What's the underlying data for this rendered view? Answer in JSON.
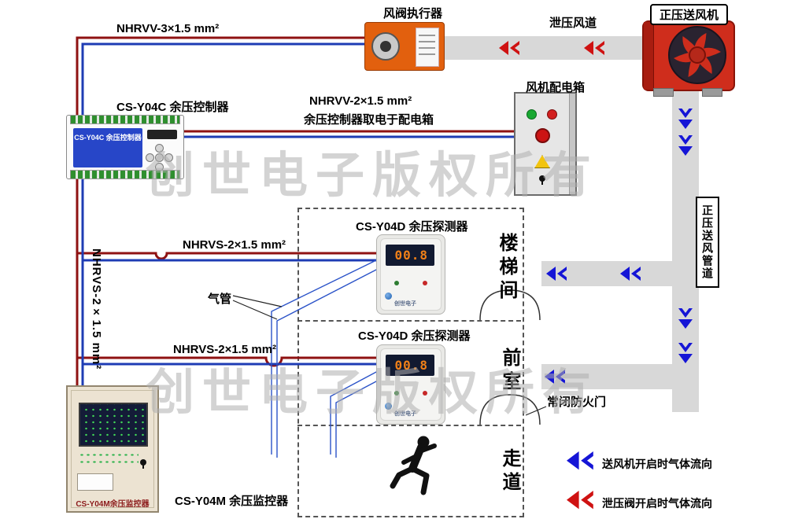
{
  "watermark": {
    "text": "创世电子版权所有"
  },
  "top": {
    "cable_top_label": "NHRVV-3×1.5 mm²",
    "actuator_label": "风阀执行器",
    "relief_duct_label": "泄压风道",
    "supply_fan_label": "正压送风机"
  },
  "left": {
    "controller_label": "CS-Y04C 余压控制器",
    "controller_screen_text": "CS-Y04C 余压控制器",
    "cable_left_label": "NHRVS-2×1.5 mm²",
    "monitor_label": "CS-Y04M 余压监控器",
    "monitor_panel_text": "CS-Y04M余压监控器"
  },
  "middle": {
    "power_cable_label1": "NHRVV-2×1.5 mm²",
    "power_cable_label2": "余压控制器取电于配电箱",
    "fan_box_label": "风机配电箱",
    "cable_detector1_label": "NHRVS-2×1.5 mm²",
    "cable_detector2_label": "NHRVS-2×1.5 mm²",
    "air_tube_label": "气管",
    "detector1_label": "CS-Y04D 余压探测器",
    "detector2_label": "CS-Y04D 余压探测器",
    "detector1_value": "00.8",
    "detector2_value": "00.8",
    "detector_brand": "创世电子",
    "fire_door_label": "常闭防火门"
  },
  "rooms": {
    "room1": "楼梯间",
    "room2": "前室",
    "room3": "走道"
  },
  "right": {
    "supply_duct_label": "正压送风管道"
  },
  "legend": {
    "supply_text": "送风机开启时气体流向",
    "relief_text": "泄压阀开启时气体流向"
  },
  "colors": {
    "wire_red": "#8f1212",
    "wire_blue": "#1e3cb4",
    "tube_blue": "#2a52c8",
    "arrow_blue": "#1515d6",
    "arrow_red": "#cf1212",
    "duct_grey": "#d8d8d8",
    "actuator_orange": "#e2600e",
    "fan_red": "#cf2d1c",
    "watermark_grey": "#afafaf"
  }
}
